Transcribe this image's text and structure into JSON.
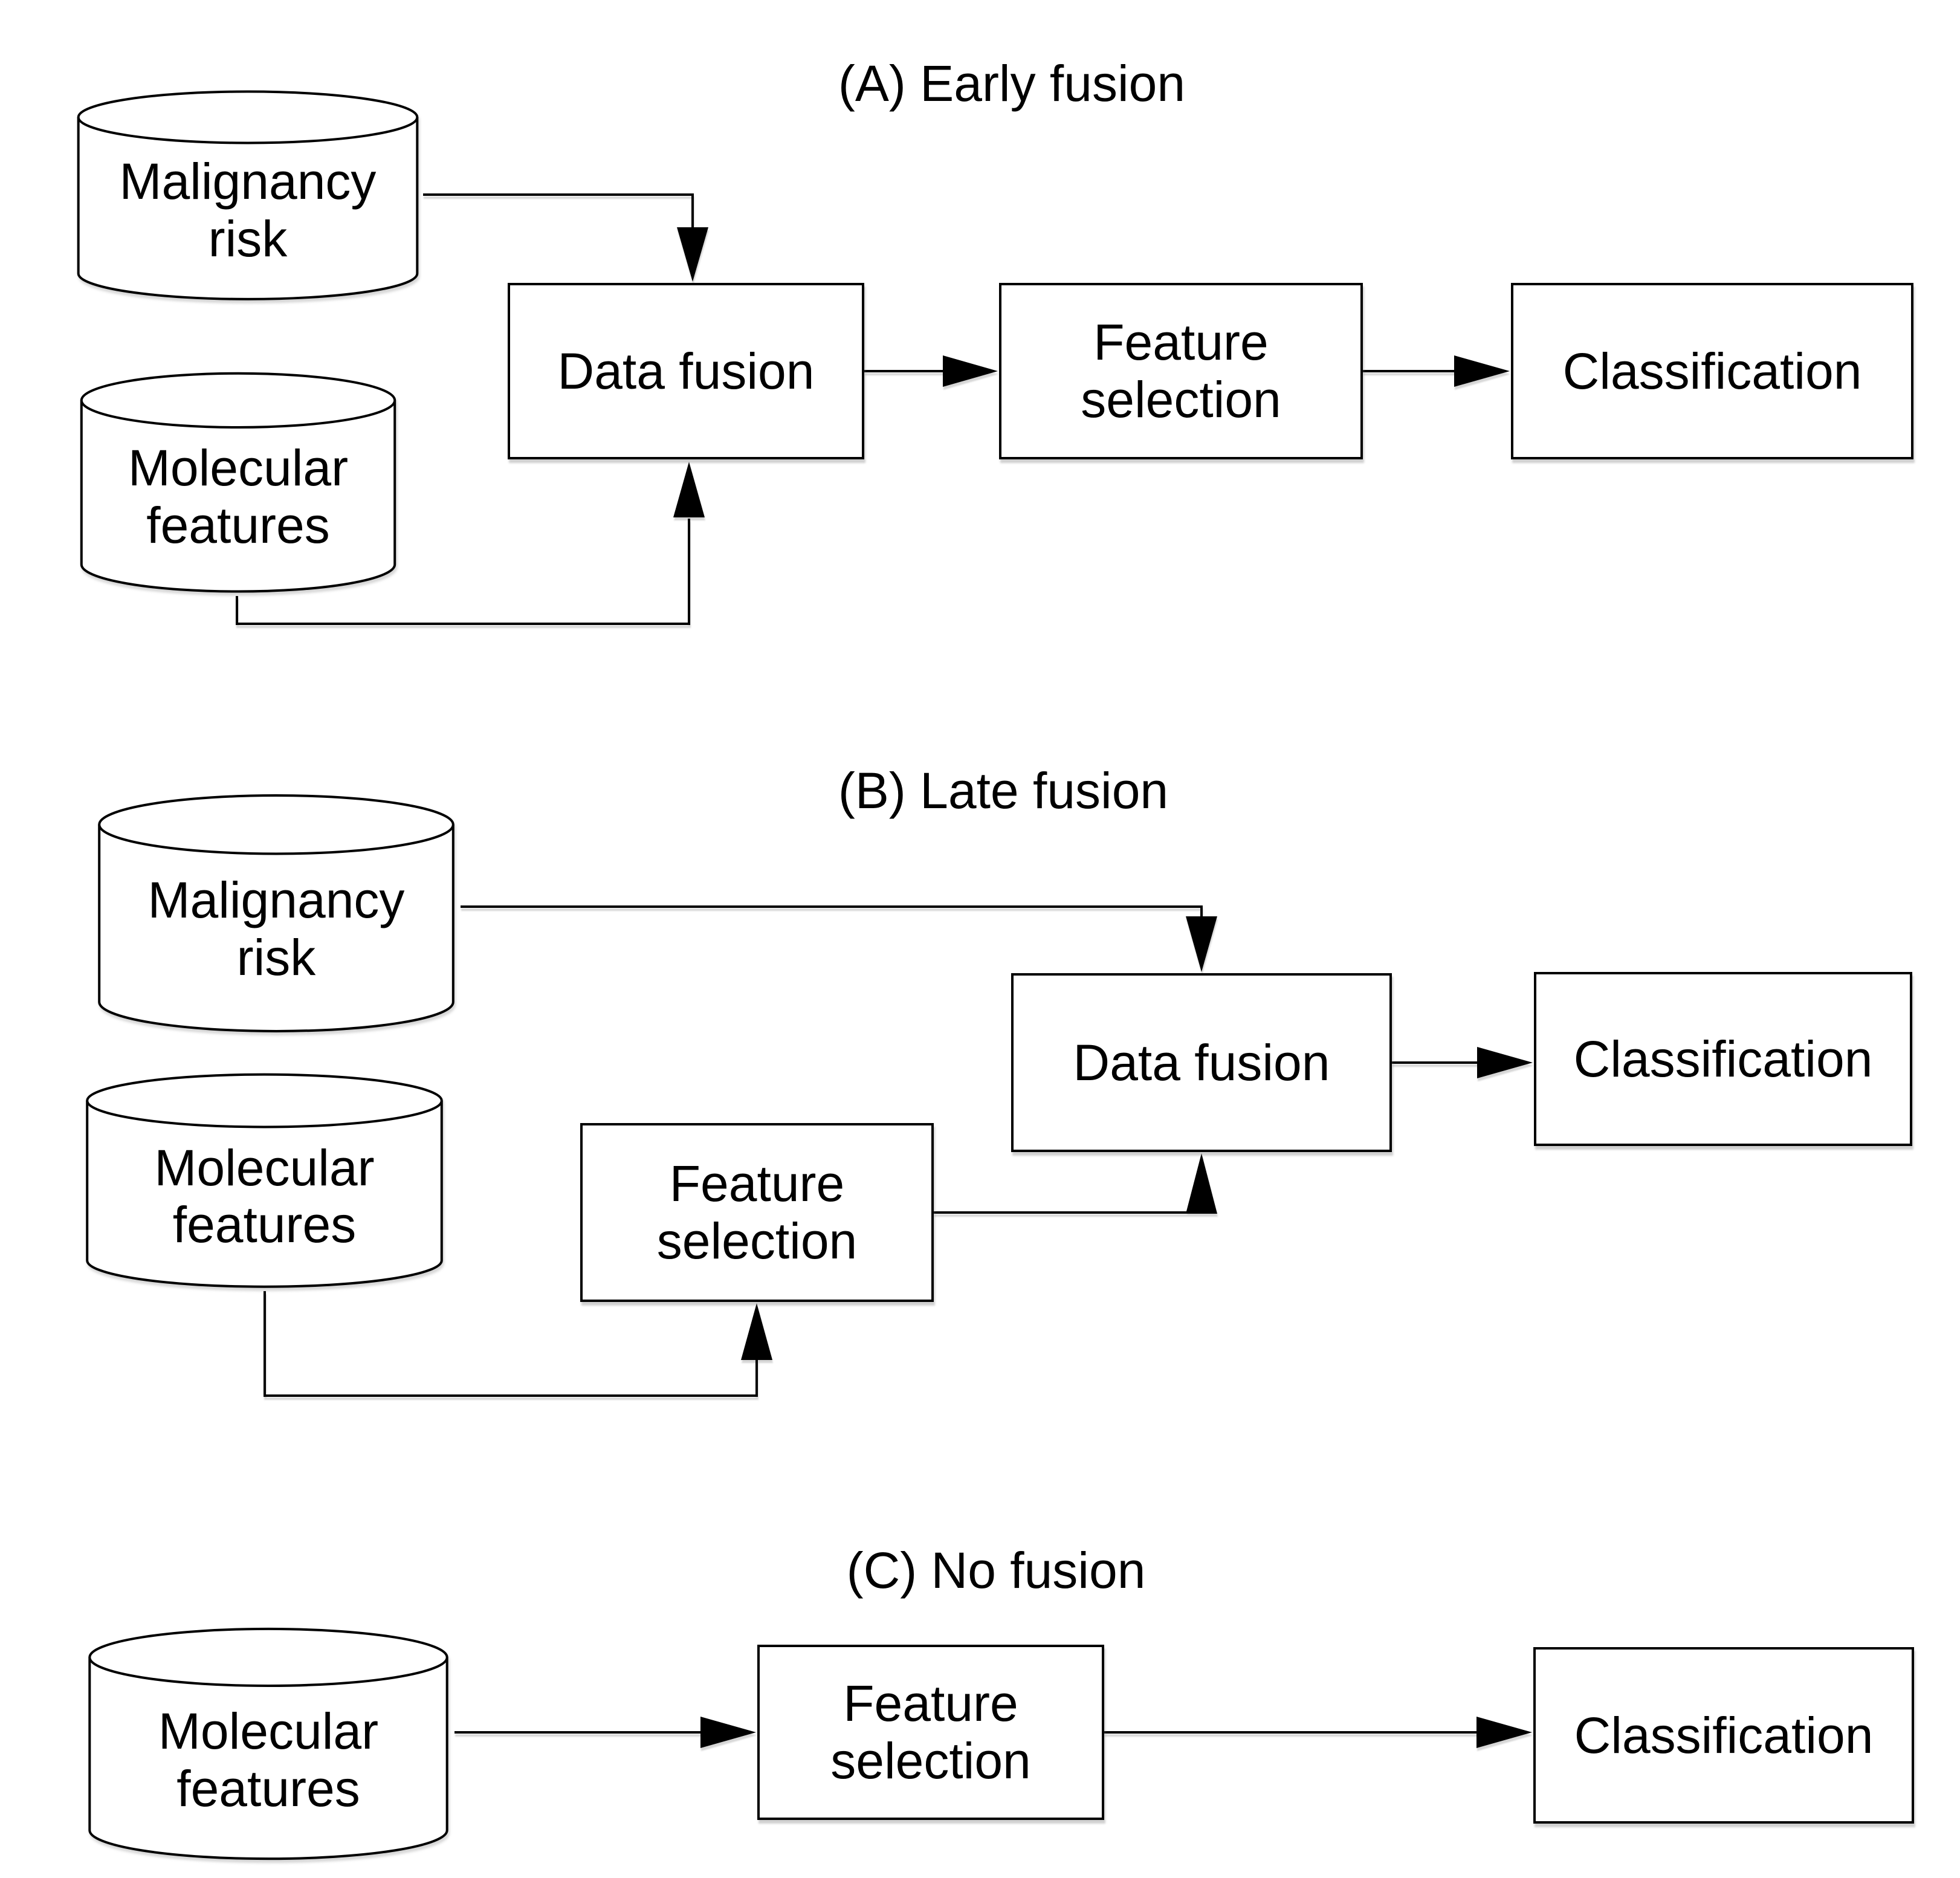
{
  "figure": {
    "type": "flow-diagram",
    "background": "#ffffff",
    "stroke_color": "#000000",
    "text_color": "#000000",
    "sections": [
      {
        "panel": "A",
        "title": "(A) Early fusion",
        "nodes": [
          {
            "id": "malignancy-risk",
            "shape": "cylinder",
            "label": "Malignancy\nrisk"
          },
          {
            "id": "molecular-features",
            "shape": "cylinder",
            "label": "Molecular\nfeatures"
          },
          {
            "id": "data-fusion",
            "shape": "rectangle",
            "label": "Data fusion"
          },
          {
            "id": "feature-selection",
            "shape": "rectangle",
            "label": "Feature\nselection"
          },
          {
            "id": "classification",
            "shape": "rectangle",
            "label": "Classification"
          }
        ],
        "edges": [
          {
            "from": "malignancy-risk",
            "to": "data-fusion"
          },
          {
            "from": "molecular-features",
            "to": "data-fusion"
          },
          {
            "from": "data-fusion",
            "to": "feature-selection"
          },
          {
            "from": "feature-selection",
            "to": "classification"
          }
        ]
      },
      {
        "panel": "B",
        "title": "(B) Late fusion",
        "nodes": [
          {
            "id": "malignancy-risk",
            "shape": "cylinder",
            "label": "Malignancy\nrisk"
          },
          {
            "id": "molecular-features",
            "shape": "cylinder",
            "label": "Molecular\nfeatures"
          },
          {
            "id": "feature-selection",
            "shape": "rectangle",
            "label": "Feature\nselection"
          },
          {
            "id": "data-fusion",
            "shape": "rectangle",
            "label": "Data fusion"
          },
          {
            "id": "classification",
            "shape": "rectangle",
            "label": "Classification"
          }
        ],
        "edges": [
          {
            "from": "malignancy-risk",
            "to": "data-fusion"
          },
          {
            "from": "molecular-features",
            "to": "feature-selection"
          },
          {
            "from": "feature-selection",
            "to": "data-fusion"
          },
          {
            "from": "data-fusion",
            "to": "classification"
          }
        ]
      },
      {
        "panel": "C",
        "title": "(C) No fusion",
        "nodes": [
          {
            "id": "molecular-features",
            "shape": "cylinder",
            "label": "Molecular\nfeatures"
          },
          {
            "id": "feature-selection",
            "shape": "rectangle",
            "label": "Feature\nselection"
          },
          {
            "id": "classification",
            "shape": "rectangle",
            "label": "Classification"
          }
        ],
        "edges": [
          {
            "from": "molecular-features",
            "to": "feature-selection"
          },
          {
            "from": "feature-selection",
            "to": "classification"
          }
        ]
      }
    ]
  }
}
